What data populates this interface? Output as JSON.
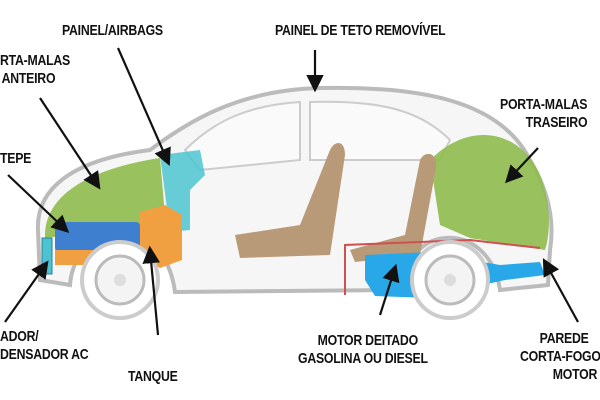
{
  "title": "Componentes do carro",
  "labels": {
    "airbags": "PAINEL/AIRBAGS",
    "roof": "PAINEL DE TETO REMOVÍVEL",
    "front_trunk_1": "RTA-MALAS",
    "front_trunk_2": "ANTEIRO",
    "spare": "TEPE",
    "rear_trunk_1": "PORTA-MALAS",
    "rear_trunk_2": "TRASEIRO",
    "radiator_1": "ADOR/",
    "radiator_2": "DENSADOR AC",
    "tank": "TANQUE",
    "engine_1": "MOTOR DEITADO",
    "engine_2": "GASOLINA OU DIESEL",
    "firewall_1": "PAREDE",
    "firewall_2": "CORTA-FOGO",
    "firewall_3": "MOTOR"
  },
  "colors": {
    "trunk": "#8fbb4e",
    "spare": "#3f7fd0",
    "tank": "#f0a040",
    "radiator": "#4cc4d0",
    "engine": "#28a8e8",
    "seats": "#b89a78",
    "firewall": "#d05050"
  }
}
